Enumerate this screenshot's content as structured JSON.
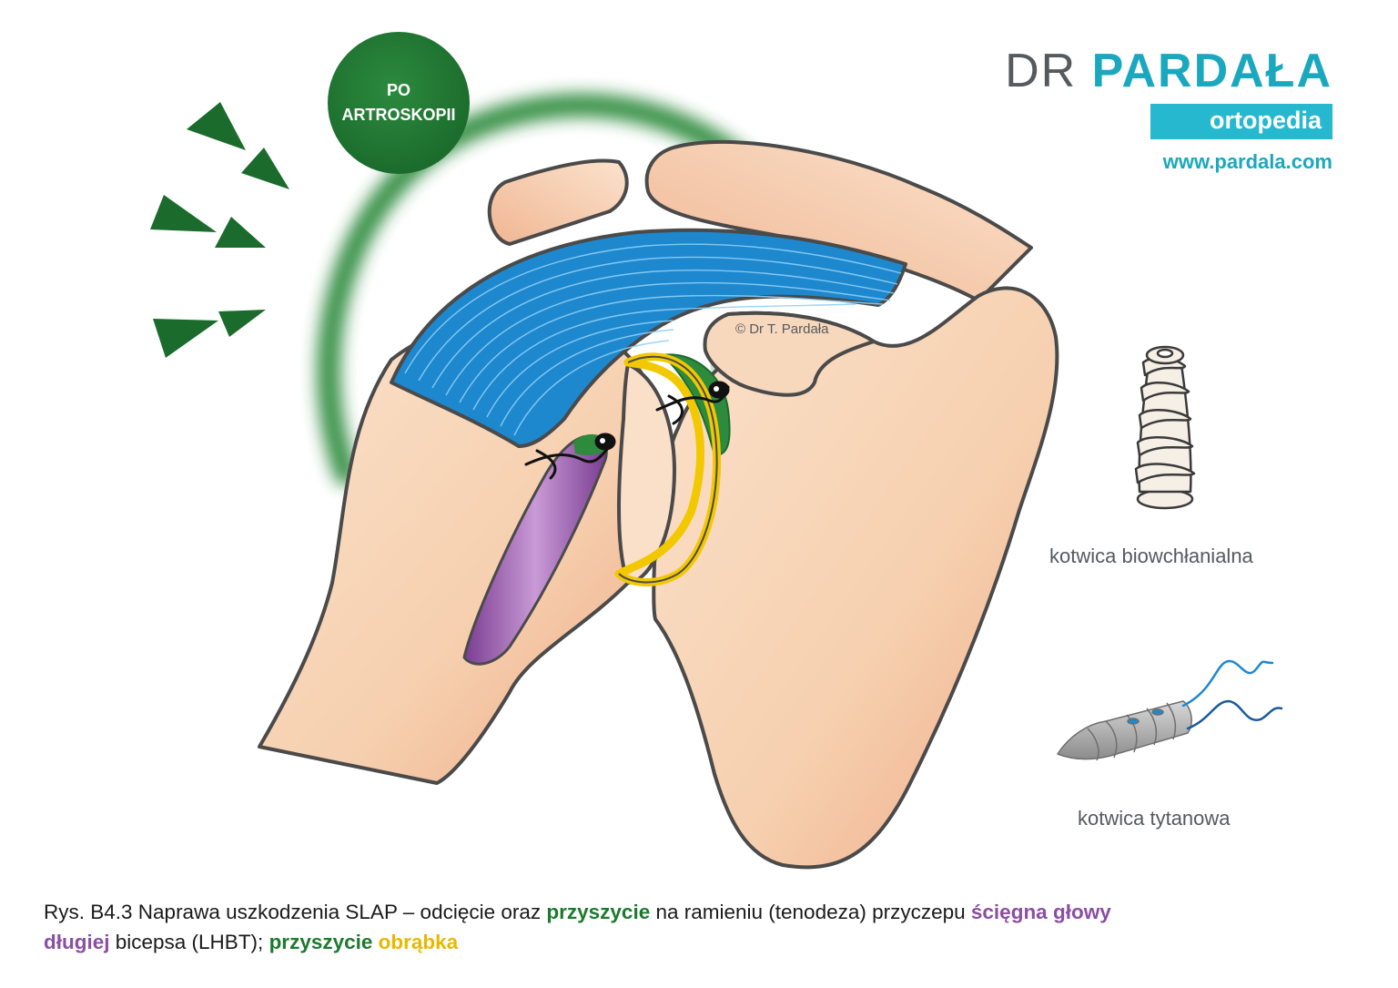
{
  "brand": {
    "title_prefix": "DR ",
    "title_accent": "PARDAŁA",
    "subtitle": "ortopedia",
    "url": "www.pardala.com"
  },
  "badge": {
    "line1": "PO",
    "line2": "ARTROSKOPII"
  },
  "copyright": "© Dr T. Pardała",
  "anchors": {
    "bioabsorbable_label": "kotwica biowchłanialna",
    "titanium_label": "kotwica tytanowa"
  },
  "caption": {
    "part1": "Rys. B4.3 Naprawa uszkodzenia SLAP – odcięcie oraz ",
    "green1": "przyszycie",
    "part2": " na ramieniu (tenodeza) przyczepu ",
    "purple1": "ścięgna głowy",
    "part3": " ",
    "purple2": "długiej",
    "part4": " bicepsa (LHBT); ",
    "green2": "przyszycie",
    "part5": " ",
    "yellow1": "obrąbka"
  },
  "colors": {
    "bone": "#f6cfae",
    "bone_shadow": "#eea884",
    "outline": "#4a4a4a",
    "tendon_blue": "#1e88cf",
    "biceps_purple": "#8a4fa0",
    "labrum_yellow": "#f2c800",
    "suture_green": "#1b6b2c",
    "brand_teal": "#1aa8bf"
  }
}
